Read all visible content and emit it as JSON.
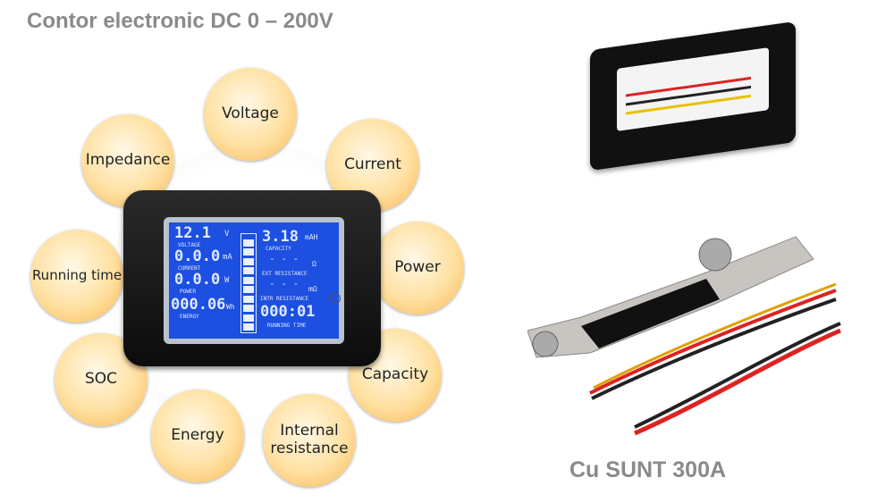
{
  "title": "Contor electronic DC 0 – 200V",
  "caption": "Cu SUNT 300A",
  "features": [
    "Voltage",
    "Current",
    "Power",
    "Capacity",
    "Internal resistance",
    "Energy",
    "SOC",
    "Running time",
    "Impedance"
  ],
  "lcd": {
    "voltage": "12.1",
    "voltage_unit": "V",
    "voltage_label": "VOLTAGE",
    "current": "0.0.0",
    "current_unit": "mA",
    "current_label": "CURRENT",
    "power": "0.0.0",
    "power_unit": "W",
    "power_label": "POWER",
    "energy": "000.06",
    "energy_unit": "Wh",
    "energy_label": "ENERGY",
    "capacity": "3.18",
    "capacity_unit": "mAH",
    "capacity_label": "CAPACITY",
    "ext_res": "- - -",
    "ext_res_unit": "Ω",
    "ext_res_label": "EXT RESISTANCE",
    "intr_res": "- - -",
    "intr_res_unit": "mΩ",
    "intr_res_label": "INTR RESISTANCE",
    "time": "000:01",
    "time_label": "RUNNING TIME",
    "battery_level": 1.0
  },
  "colors": {
    "title": "#8a8a8a",
    "bubble": "#ffe0a0",
    "lcd": "#1d4fe0"
  }
}
